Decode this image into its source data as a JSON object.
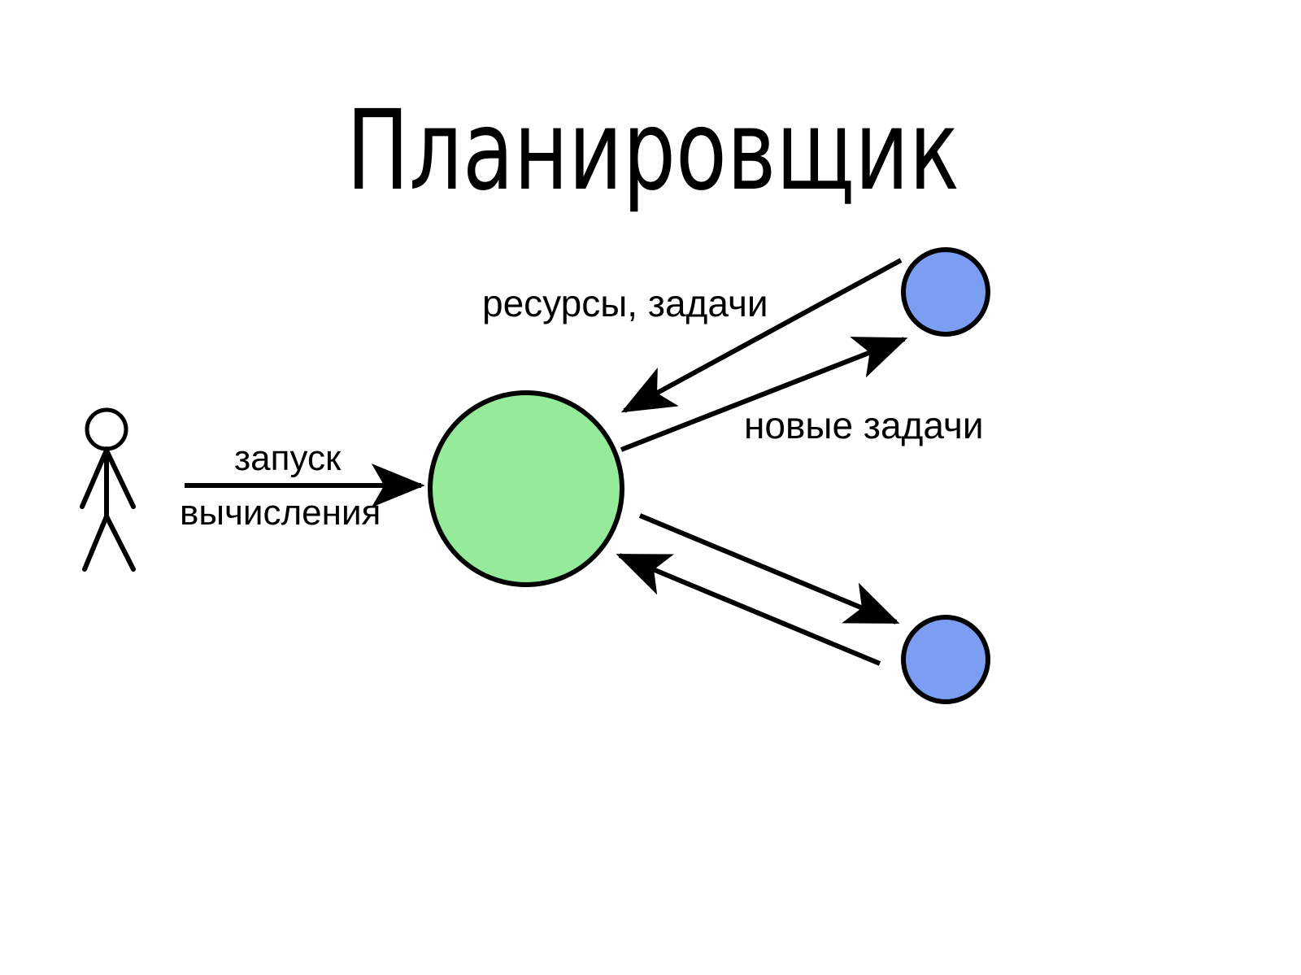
{
  "slide": {
    "title": "Планировщик",
    "background_color": "#ffffff"
  },
  "colors": {
    "scheduler_fill": "#95eb9a",
    "worker_fill": "#7b9df2",
    "stroke": "#000000",
    "text": "#000000"
  },
  "nodes": {
    "actor": {
      "name": "user-stick-figure",
      "kind": "actor"
    },
    "scheduler": {
      "name": "scheduler-node",
      "kind": "circle",
      "fill": "#95eb9a"
    },
    "worker_top": {
      "name": "worker-node-top",
      "kind": "circle",
      "fill": "#7b9df2"
    },
    "worker_bottom": {
      "name": "worker-node-bottom",
      "kind": "circle",
      "fill": "#7b9df2"
    }
  },
  "labels": {
    "launch_line1": "запуск",
    "launch_line2": "вычисления",
    "resources_tasks": "ресурсы,  задачи",
    "new_tasks": "новые задачи"
  },
  "edges": [
    {
      "name": "actor-to-scheduler",
      "from": "actor",
      "to": "scheduler",
      "label": "запуск вычисления",
      "direction": "right"
    },
    {
      "name": "worker-top-to-scheduler",
      "from": "worker_top",
      "to": "scheduler",
      "label": "ресурсы,  задачи",
      "direction": "left-down"
    },
    {
      "name": "scheduler-to-worker-top",
      "from": "scheduler",
      "to": "worker_top",
      "label": "новые задачи",
      "direction": "right-up"
    },
    {
      "name": "scheduler-to-worker-bottom",
      "from": "scheduler",
      "to": "worker_bottom",
      "label": "",
      "direction": "right-down"
    },
    {
      "name": "worker-bottom-to-scheduler",
      "from": "worker_bottom",
      "to": "scheduler",
      "label": "",
      "direction": "left-up"
    }
  ]
}
